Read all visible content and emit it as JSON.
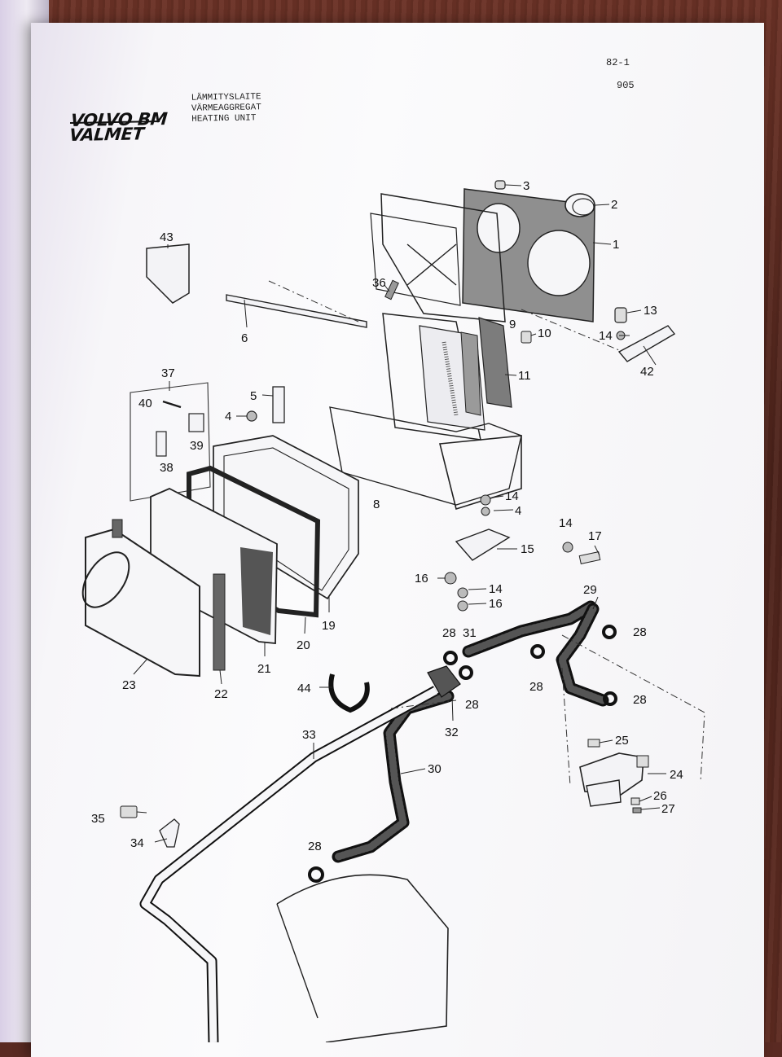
{
  "header": {
    "page_code": "82-1",
    "page_number": "905",
    "title_fi": "LÄMMITYSLAITE",
    "title_sv": "VÄRMEAGGREGAT",
    "title_en": "HEATING UNIT",
    "brand_line1": "VOLVO BM",
    "brand_line2": "VALMET"
  },
  "callouts": [
    "1",
    "2",
    "3",
    "4",
    "4",
    "5",
    "6",
    "8",
    "9",
    "10",
    "11",
    "13",
    "14",
    "14",
    "14",
    "14",
    "15",
    "16",
    "16",
    "17",
    "19",
    "20",
    "21",
    "22",
    "23",
    "24",
    "25",
    "26",
    "27",
    "28",
    "28",
    "28",
    "28",
    "28",
    "28",
    "29",
    "30",
    "31",
    "32",
    "33",
    "34",
    "35",
    "36",
    "37",
    "38",
    "39",
    "40",
    "42",
    "43",
    "44"
  ]
}
